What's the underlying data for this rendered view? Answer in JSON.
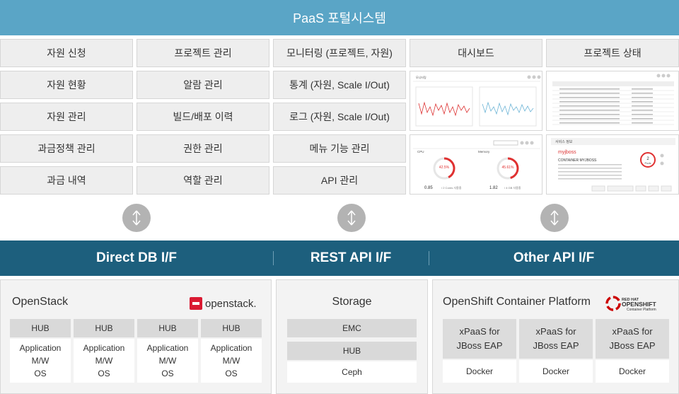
{
  "title": "PaaS 포털시스템",
  "menu": {
    "col1": [
      "자원 신청",
      "자원 현황",
      "자원 관리",
      "과금정책 관리",
      "과금 내역"
    ],
    "col2": [
      "프로젝트 관리",
      "알람 관리",
      "빌드/배포 이력",
      "권한 관리",
      "역할 관리"
    ],
    "col3": [
      "모니터링 (프로젝트, 자원)",
      "통계 (자원, Scale I/Out)",
      "로그 (자원, Scale I/Out)",
      "메뉴 기능 관리",
      "API 관리"
    ],
    "dashboard": "대시보드",
    "project_status": "프로젝트 상태"
  },
  "thumbs": {
    "monitor_title": "모니터링",
    "cpu": "CPU",
    "memory": "Memory",
    "cpu_pct": "42.5%",
    "mem_pct": "45.61%",
    "cpu_used": "0.85",
    "cpu_total": "/ 2 Cores 사용중",
    "mem_used": "1.82",
    "mem_total": "/ 4 GB 사용중",
    "service_title": "서비스 정보",
    "service_name": "myjboss",
    "container": "CONTAINER MYJBOSS",
    "pods": "2",
    "pods_label": "Pods"
  },
  "interfaces": {
    "direct_db": "Direct DB I/F",
    "rest_api": "REST API I/F",
    "other_api": "Other API I/F"
  },
  "openstack": {
    "title": "OpenStack",
    "logo_text": "openstack.",
    "hubs": [
      "HUB",
      "HUB",
      "HUB",
      "HUB"
    ],
    "app_lines": [
      "Application",
      "M/W",
      "OS"
    ]
  },
  "storage": {
    "title": "Storage",
    "emc": "EMC",
    "hub": "HUB",
    "ceph": "Ceph"
  },
  "openshift": {
    "title": "OpenShift Container Platform",
    "logo_top": "RED HAT",
    "logo_main": "OPENSHIFT",
    "logo_sub": "Container Platform",
    "xpaas": "xPaaS for\nJBoss EAP",
    "docker": "Docker"
  },
  "colors": {
    "title_bar": "#5aa5c6",
    "interface_bar": "#1d5f7d",
    "openstack_red": "#da1a32",
    "redhat_red": "#cc0000",
    "gauge_red": "#e03131"
  }
}
